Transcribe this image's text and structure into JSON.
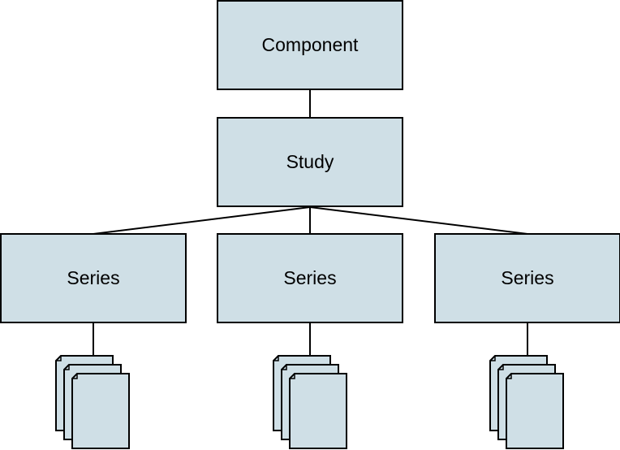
{
  "diagram": {
    "root": {
      "label": "Component"
    },
    "child": {
      "label": "Study"
    },
    "series": [
      {
        "label": "Series"
      },
      {
        "label": "Series"
      },
      {
        "label": "Series"
      }
    ],
    "instance_icon": "stacked-documents-icon",
    "colors": {
      "box_fill": "#cfdfe6",
      "stroke": "#000000"
    }
  }
}
